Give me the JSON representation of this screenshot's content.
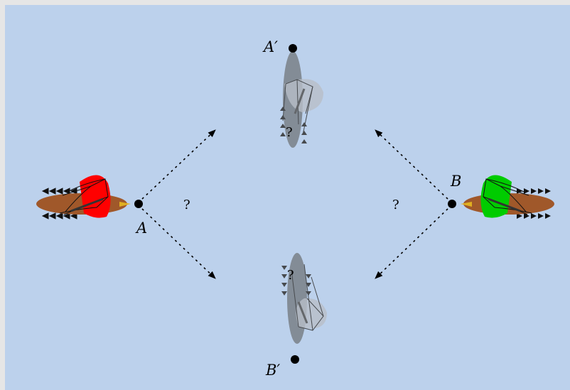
{
  "points": {
    "a": "A",
    "b": "B",
    "a_prime": "A′",
    "b_prime": "B′"
  },
  "question_marks": {
    "left": "?",
    "right": "?",
    "top_bird": "?",
    "bottom_bird": "?"
  },
  "colors": {
    "background": "#bcd1ec",
    "bird_body": "#a0582a",
    "left_bird_wing": "#ff0000",
    "right_bird_wing": "#00cc00",
    "ghost_bird": "#808890",
    "beak": "#e0b020"
  }
}
